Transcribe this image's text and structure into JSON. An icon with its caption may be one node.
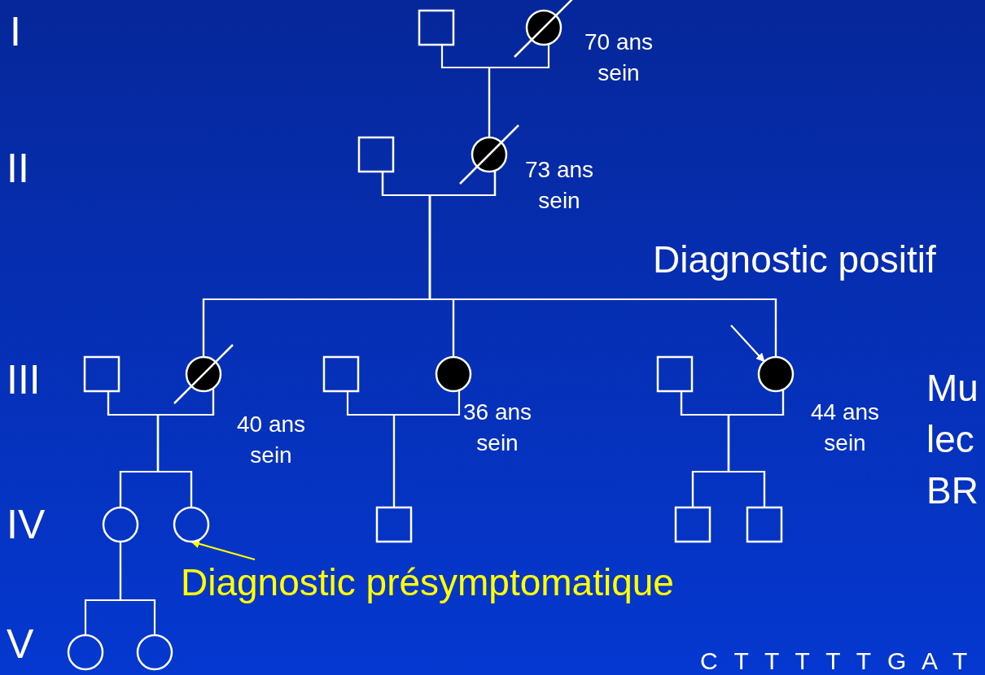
{
  "diagram": {
    "nodes": [
      {
        "text": [],
        "shape": "square"
      },
      {
        "text": [],
        "shape": "circle",
        "beside": [
          "70 ans sein"
        ]
      },
      {
        "text": [],
        "shape": "square"
      },
      {
        "text": [],
        "shape": "circle",
        "beside": [
          "73 ans sein"
        ]
      },
      {
        "text": [],
        "shape": "square"
      },
      {
        "text": [],
        "shape": "circle",
        "beside": [
          "40 ans sein"
        ]
      },
      {
        "text": [],
        "shape": "square"
      },
      {
        "text": [],
        "shape": "circle",
        "beside": [
          "36 ans sein"
        ]
      },
      {
        "text": [],
        "shape": "square"
      },
      {
        "text": [],
        "shape": "circle",
        "beside": [
          "44 ans sein"
        ]
      },
      {
        "text": [],
        "shape": "circle"
      },
      {
        "text": [],
        "shape": "circle"
      },
      {
        "text": [],
        "shape": "square"
      },
      {
        "text": [],
        "shape": "square"
      },
      {
        "text": [],
        "shape": "square"
      },
      {
        "text": [],
        "shape": "circle"
      },
      {
        "text": [],
        "shape": "circle"
      },
      {
        "text": [
          "Diagnostic présymptomatique"
        ]
      }
    ],
    "edges": [
      {
        "from": 0,
        "to": 3,
        "arrow": "none"
      },
      {
        "from": 1,
        "to": 3,
        "arrow": "none"
      },
      {
        "from": 2,
        "to": 5,
        "arrow": "none"
      },
      {
        "from": 3,
        "to": 5,
        "arrow": "none"
      },
      {
        "from": 2,
        "to": 7,
        "arrow": "none"
      },
      {
        "from": 3,
        "to": 7,
        "arrow": "none"
      },
      {
        "from": 2,
        "to": 9,
        "arrow": "none"
      },
      {
        "from": 3,
        "to": 9,
        "arrow": "none"
      },
      {
        "from": 4,
        "to": 10,
        "arrow": "none"
      },
      {
        "from": 5,
        "to": 10,
        "arrow": "none"
      },
      {
        "from": 4,
        "to": 11,
        "arrow": "none"
      },
      {
        "from": 5,
        "to": 11,
        "arrow": "none"
      },
      {
        "from": 6,
        "to": 12,
        "arrow": "none"
      },
      {
        "from": 7,
        "to": 12,
        "arrow": "none"
      },
      {
        "from": 8,
        "to": 13,
        "arrow": "none"
      },
      {
        "from": 9,
        "to": 13,
        "arrow": "none"
      },
      {
        "from": 8,
        "to": 14,
        "arrow": "none"
      },
      {
        "from": 9,
        "to": 14,
        "arrow": "none"
      },
      {
        "from": 10,
        "to": 15,
        "arrow": "none"
      },
      {
        "from": 10,
        "to": 16,
        "arrow": "none"
      },
      {
        "from": null,
        "to": 9,
        "arrow": "to"
      },
      {
        "from": 17,
        "to": 11,
        "arrow": "to",
        "color": "#ffff00"
      }
    ],
    "labels": [
      "I",
      "II",
      "Diagnostic positif",
      "III",
      "Mu",
      "lec",
      "IV",
      "BR",
      "V",
      "C T T T T T G A T"
    ]
  }
}
